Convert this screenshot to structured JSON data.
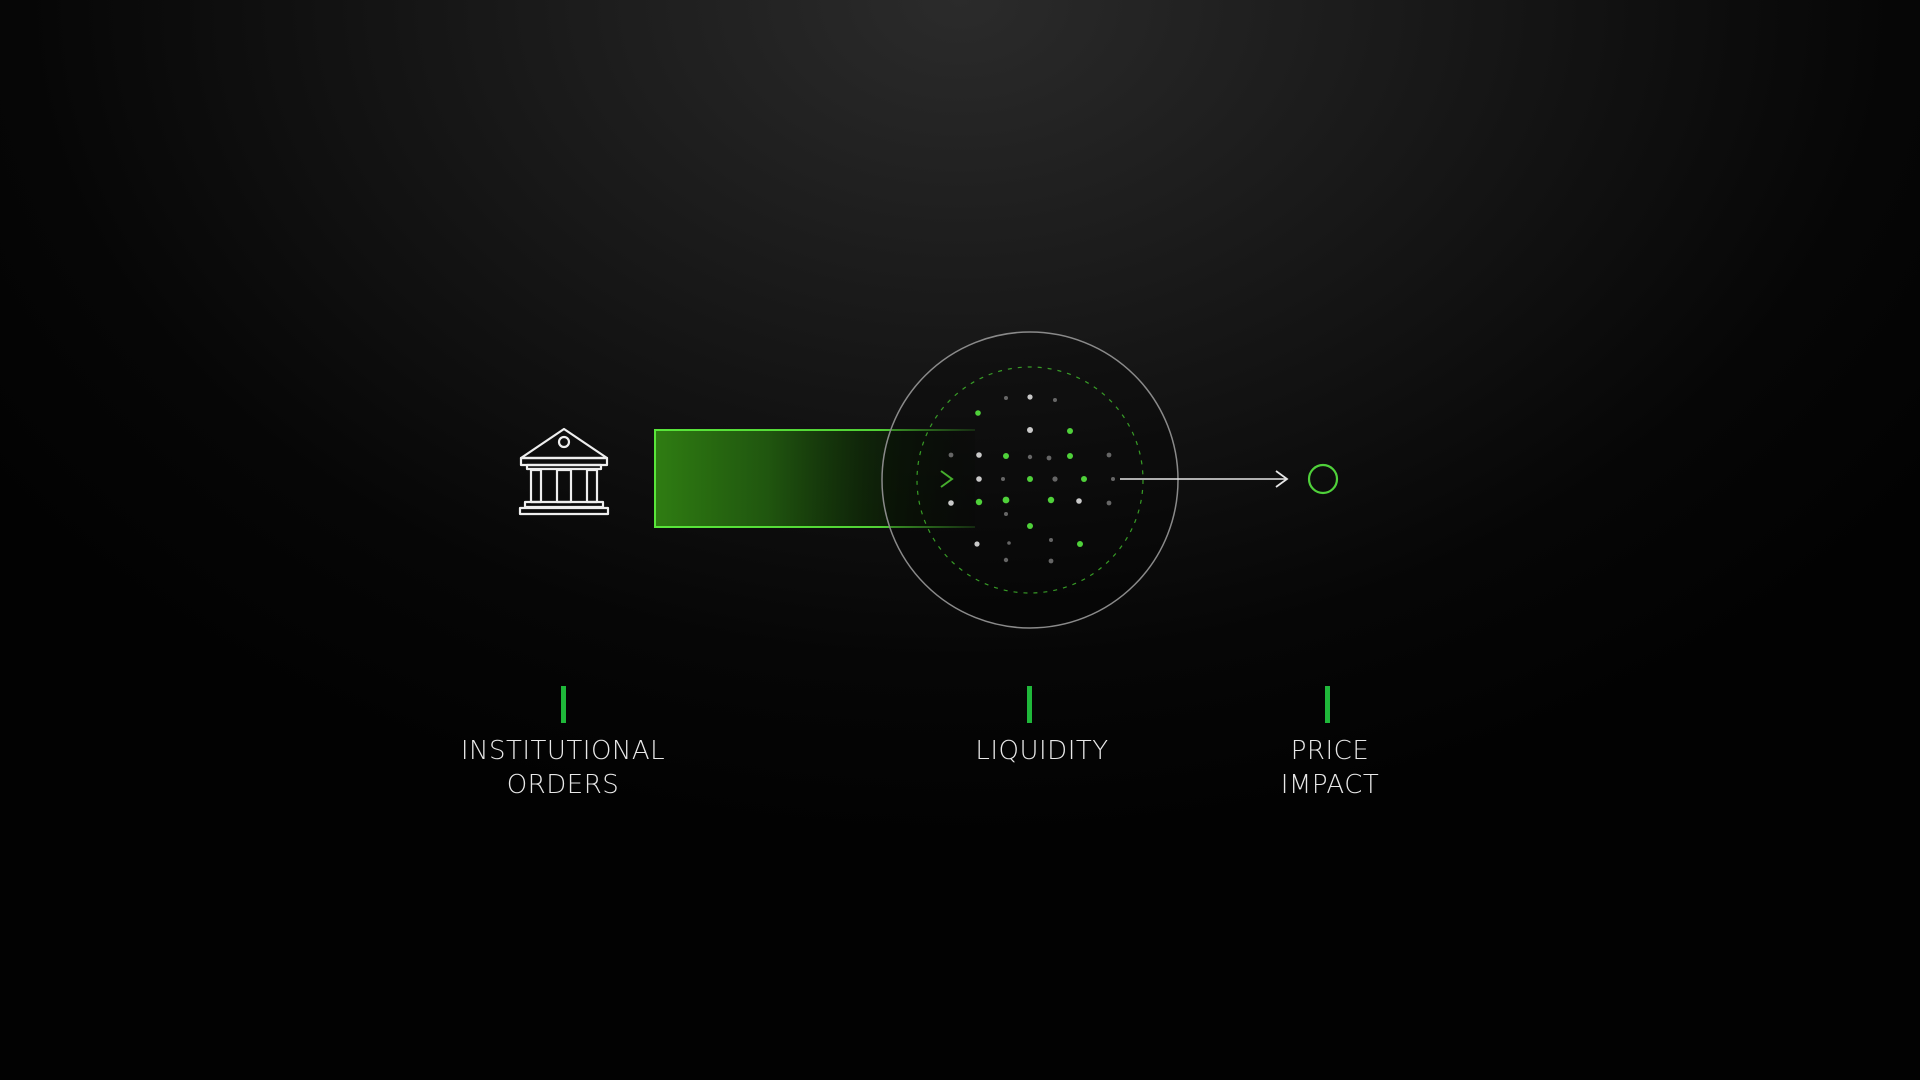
{
  "labels": {
    "institutional": {
      "line1": "INSTITUTIONAL",
      "line2": "ORDERS"
    },
    "liquidity": {
      "line1": "LIQUIDITY"
    },
    "price_impact": {
      "line1": "PRICE",
      "line2": "IMPACT"
    }
  },
  "icons": {
    "source": "bank-building-icon",
    "arrow": "arrow-right-icon",
    "outcome": "circle-outline-icon"
  },
  "colors": {
    "accent_green": "#4fd13a",
    "tick_green": "#1fb83a",
    "line_white": "#e6e6e6",
    "circle_gray": "#8a8a8a",
    "dot_gray": "#8d8d8d"
  }
}
